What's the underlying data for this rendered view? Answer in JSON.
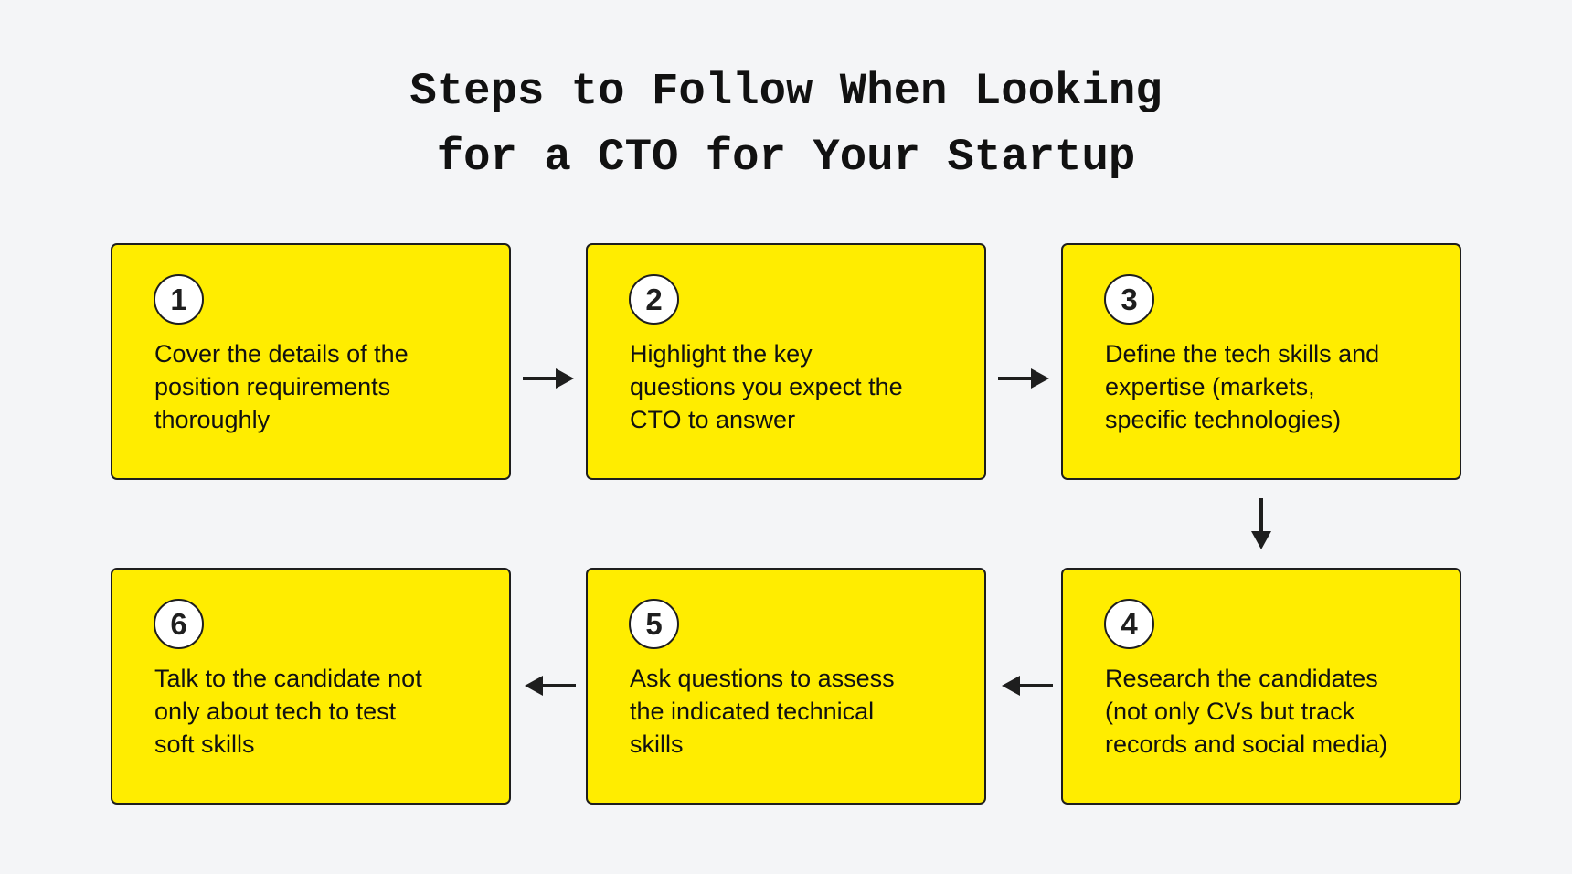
{
  "title": {
    "line1": "Steps to Follow When Looking",
    "line2": "for a CTO for Your Startup"
  },
  "colors": {
    "background": "#F4F5F7",
    "card_fill": "#FFED00",
    "border": "#1E1E1E",
    "badge_fill": "#FFFFFF",
    "text": "#111111"
  },
  "steps": [
    {
      "number": "1",
      "lines": [
        "Cover the details of the",
        "position requirements",
        "thoroughly"
      ]
    },
    {
      "number": "2",
      "lines": [
        "Highlight the key",
        "questions you expect the",
        "CTO to answer"
      ]
    },
    {
      "number": "3",
      "lines": [
        "Define the tech skills and",
        "expertise (markets,",
        "specific technologies)"
      ]
    },
    {
      "number": "4",
      "lines": [
        "Research the candidates",
        "(not only CVs but track",
        "records and social media)"
      ]
    },
    {
      "number": "5",
      "lines": [
        "Ask questions to assess",
        "the indicated technical",
        "skills"
      ]
    },
    {
      "number": "6",
      "lines": [
        "Talk to the candidate not",
        "only about tech to test",
        "soft skills"
      ]
    }
  ],
  "connectors": [
    {
      "from": "1",
      "to": "2",
      "direction": "right",
      "icon": "arrow-right-icon"
    },
    {
      "from": "2",
      "to": "3",
      "direction": "right",
      "icon": "arrow-right-icon"
    },
    {
      "from": "3",
      "to": "4",
      "direction": "down",
      "icon": "arrow-down-icon"
    },
    {
      "from": "4",
      "to": "5",
      "direction": "left",
      "icon": "arrow-left-icon"
    },
    {
      "from": "5",
      "to": "6",
      "direction": "left",
      "icon": "arrow-left-icon"
    }
  ]
}
